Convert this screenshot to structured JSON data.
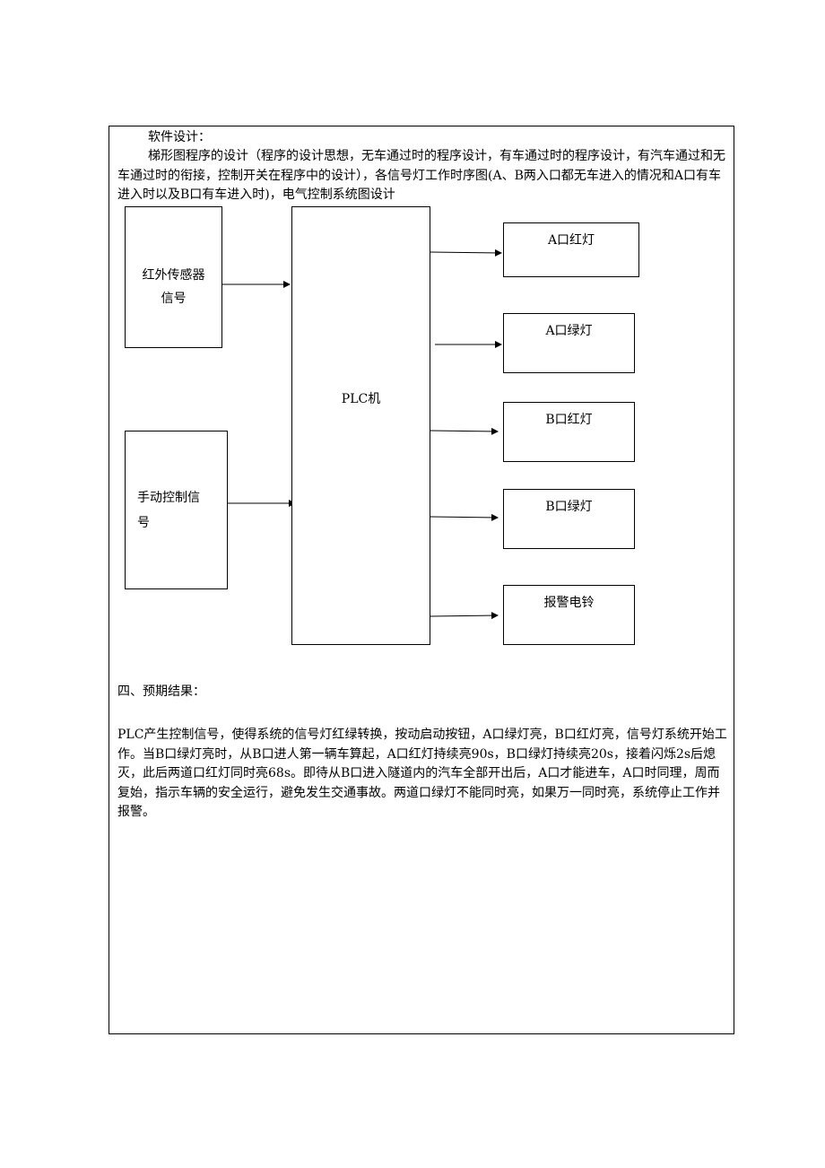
{
  "software_design": {
    "heading": "软件设计：",
    "paragraph": "梯形图程序的设计（程序的设计思想，无车通过时的程序设计，有车通过时的程序设计，有汽车通过和无车通过时的衔接，控制开关在程序中的设计），各信号灯工作时序图(A、B两入口都无车进入的情况和A口有车进入时以及B口有车进入时)，电气控制系统图设计"
  },
  "diagram": {
    "inputs": {
      "infrared_line1": "红外传感器",
      "infrared_line2": "信号",
      "manual_line1": "手动控制信",
      "manual_line2": "号"
    },
    "plc_label": "PLC机",
    "outputs": {
      "a_red": "A口红灯",
      "a_green": "A口绿灯",
      "b_red": "B口红灯",
      "b_green": "B口绿灯",
      "alarm": "报警电铃"
    }
  },
  "expected_results": {
    "heading": "四、预期结果：",
    "paragraph": "PLC产生控制信号，使得系统的信号灯红绿转换，按动启动按钮，A口绿灯亮，B口红灯亮，信号灯系统开始工作。当B口绿灯亮时，从B口进人第一辆车算起，A口红灯持续亮90s，B口绿灯持续亮20s，接着闪烁2s后熄灭，此后两道口红灯同时亮68s。即待从B口进入隧道内的汽车全部开出后，A口才能进车，A口时同理，周而复始，指示车辆的安全运行，避免发生交通事故。两道口绿灯不能同时亮，如果万一同时亮，系统停止工作并报警。"
  }
}
